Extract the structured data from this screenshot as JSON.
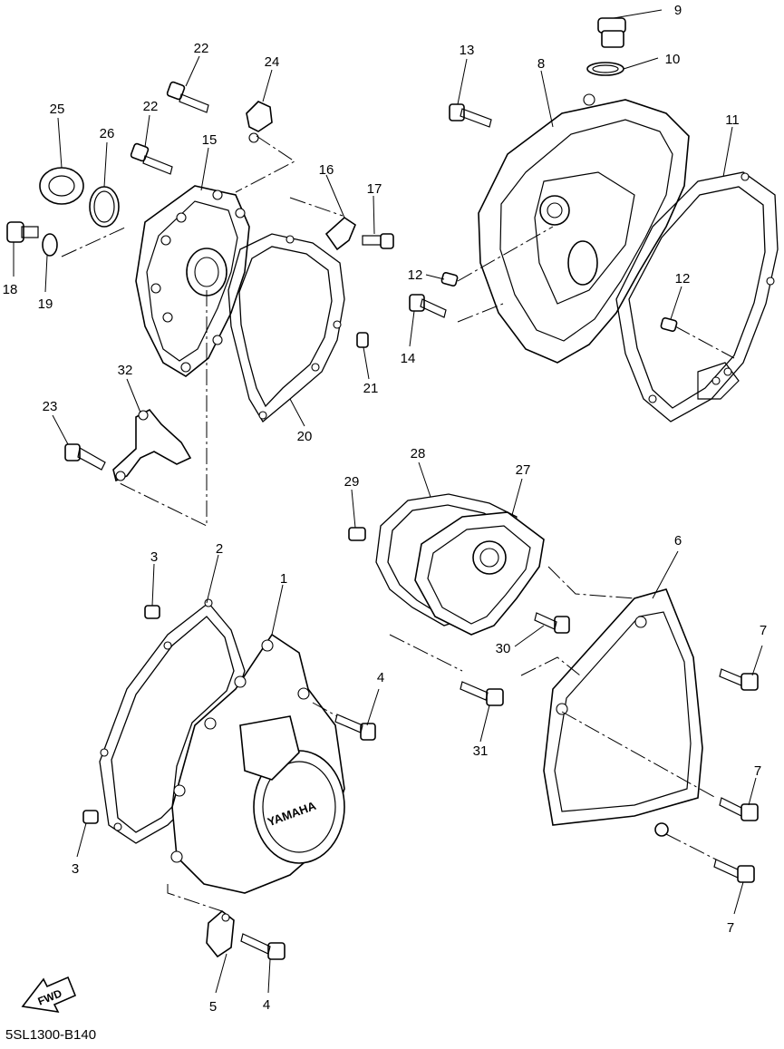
{
  "diagram_code": "5SL1300-B140",
  "fwd_arrow_text": "FWD",
  "emblem_text": "YAMAHA",
  "callouts": [
    "1",
    "2",
    "3",
    "3",
    "4",
    "4",
    "5",
    "6",
    "7",
    "7",
    "7",
    "8",
    "9",
    "10",
    "11",
    "12",
    "12",
    "13",
    "14",
    "15",
    "16",
    "17",
    "18",
    "19",
    "20",
    "21",
    "22",
    "22",
    "23",
    "24",
    "25",
    "26",
    "27",
    "28",
    "29",
    "30",
    "31",
    "32"
  ]
}
